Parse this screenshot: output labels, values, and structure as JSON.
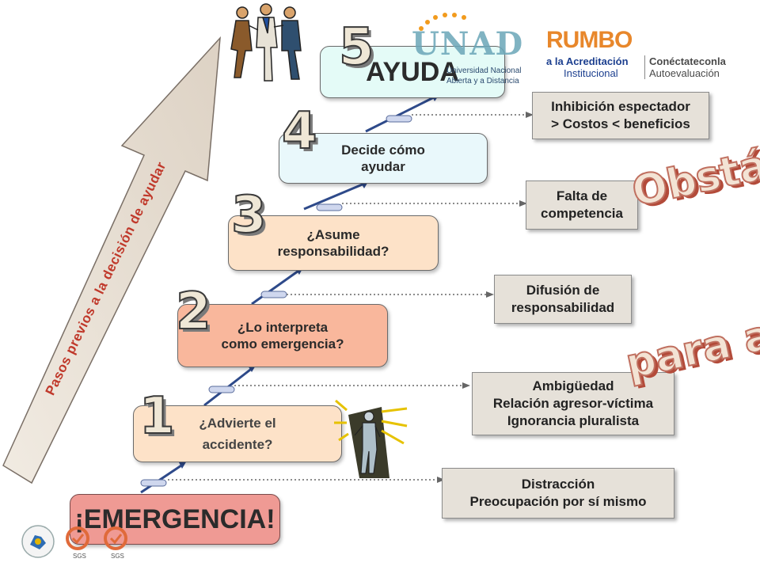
{
  "steps": [
    {
      "num": "1",
      "line1": "¿Advierte el",
      "line2": "accidente?"
    },
    {
      "num": "2",
      "line1": "¿Lo interpreta",
      "line2": "como emergencia?"
    },
    {
      "num": "3",
      "line1": "¿Asume",
      "line2": "responsabilidad?"
    },
    {
      "num": "4",
      "line1": "Decide cómo",
      "line2": "ayudar"
    },
    {
      "num": "5",
      "line1": "AYUDA",
      "line2": ""
    }
  ],
  "emergency": "¡EMERGENCIA!",
  "obstacles": [
    {
      "lines": [
        "Distracción",
        "Preocupación por sí mismo"
      ]
    },
    {
      "lines": [
        "Ambigüedad",
        "Relación agresor-víctima",
        "Ignorancia pluralista"
      ]
    },
    {
      "lines": [
        "Difusión de",
        "responsabilidad"
      ]
    },
    {
      "lines": [
        "Falta de",
        "competencia"
      ]
    },
    {
      "lines": [
        "Inhibición espectador",
        "> Costos < beneficios"
      ]
    }
  ],
  "side_words": {
    "top": "Obstáculos",
    "bottom": "para actuar"
  },
  "arrow_label": "Pasos previos a la decisión de ayudar",
  "logos": {
    "unad_mark": "UNAD",
    "unad_name_1": "Universidad Nacional",
    "unad_name_2": "Abierta y a Distancia",
    "rumbo_title": "RUMBO",
    "rumbo_line1": "a la Acreditación",
    "rumbo_line2": "Institucional",
    "rumbo_tag1": "Conéctateconla",
    "rumbo_tag2": "Autoevaluación",
    "sgs": "SGS"
  },
  "colors": {
    "emergency_fill": "#ef9a94",
    "step1_fill": "#fde2c8",
    "step2_fill": "#f9b79c",
    "step3_fill": "#fde2c8",
    "step4_fill": "#e9f8fb",
    "step5_fill": "#e4fbf7",
    "stair_line": "#2e4a8a",
    "obstacle_fill": "#e6e1d9",
    "arrow_fill": "#e8ded2",
    "arrow_text": "#c0392b"
  }
}
